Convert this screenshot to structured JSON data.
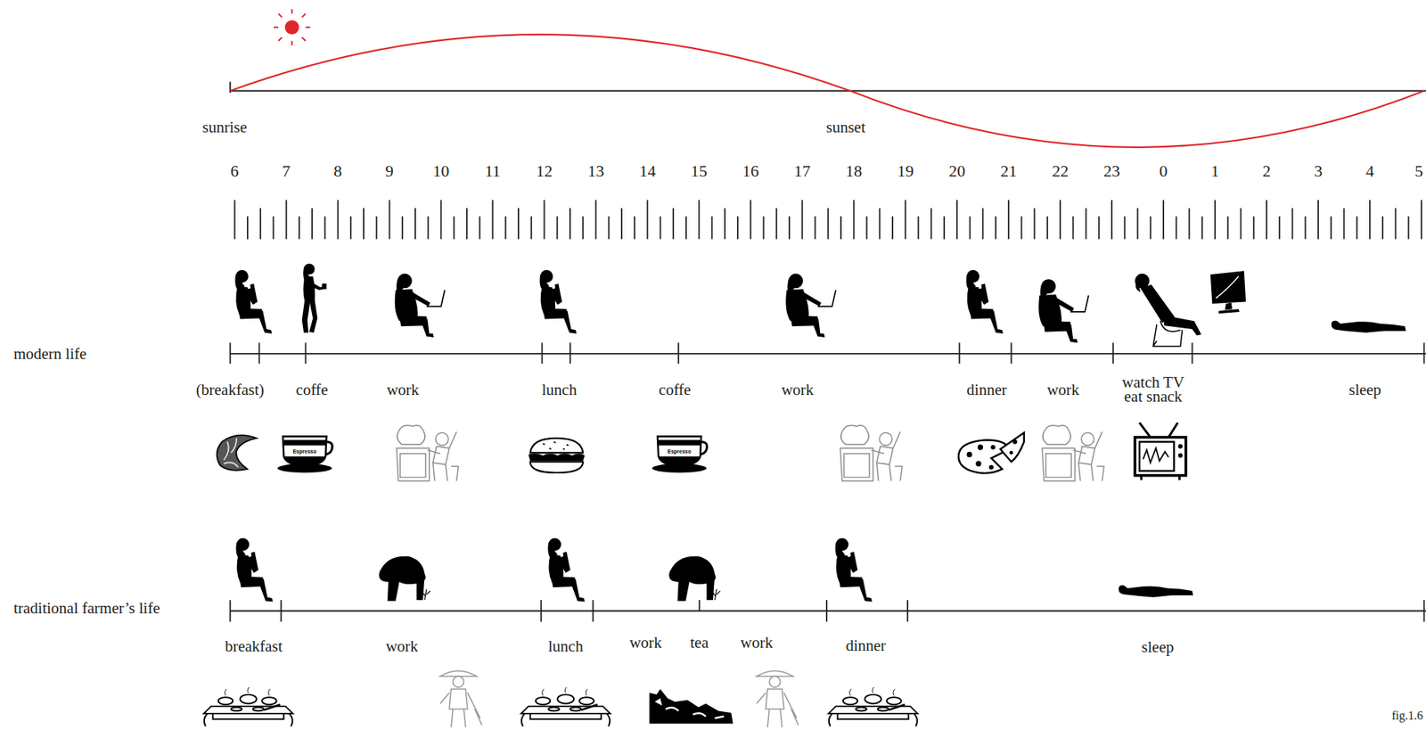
{
  "diagram": {
    "caption": "fig.1.6",
    "labels": [
      "sunrise",
      "sunset",
      "6",
      "7",
      "8",
      "9",
      "10",
      "11",
      "12",
      "13",
      "14",
      "15",
      "16",
      "17",
      "18",
      "19",
      "20",
      "21",
      "22",
      "23",
      "0",
      "1",
      "2",
      "3",
      "4",
      "5",
      "modern life",
      "(breakfast)",
      "coffe",
      "work",
      "lunch",
      "coffe",
      "work",
      "dinner",
      "work",
      "watch TV eat snack",
      "sleep",
      "traditional farmer’s life",
      "breakfast",
      "work",
      "lunch",
      "work",
      "tea",
      "work",
      "dinner",
      "sleep",
      "Espresso",
      "Espresso"
    ]
  }
}
